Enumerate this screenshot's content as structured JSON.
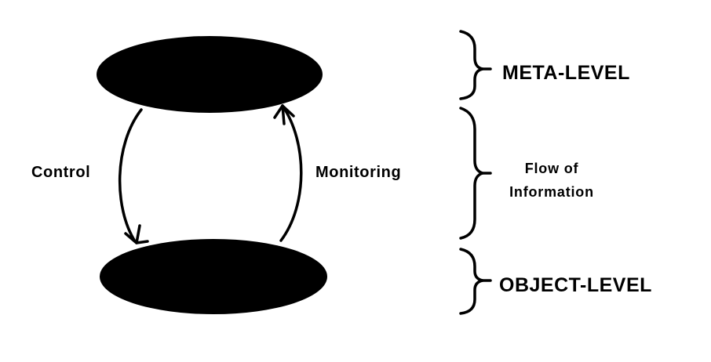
{
  "diagram": {
    "labels": {
      "meta_level": "META-LEVEL",
      "object_level": "OBJECT-LEVEL",
      "control": "Control",
      "monitoring": "Monitoring",
      "flow_line1": "Flow of",
      "flow_line2": "Information"
    },
    "colors": {
      "ink": "#000000",
      "background": "#ffffff"
    }
  }
}
